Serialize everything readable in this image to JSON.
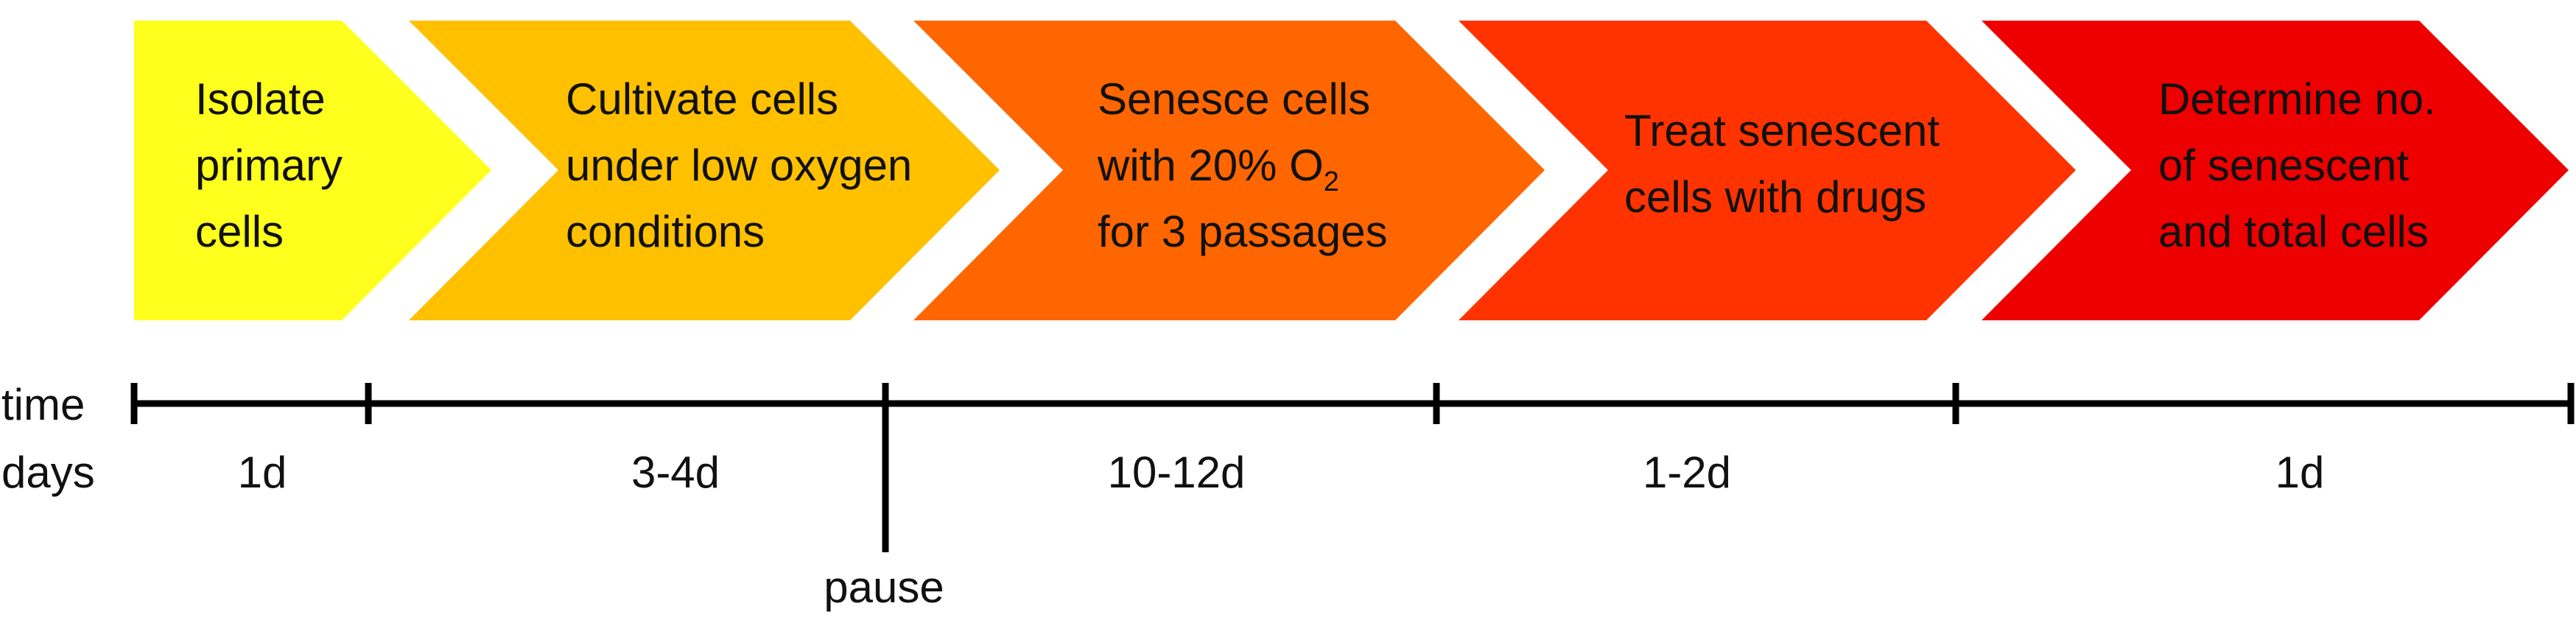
{
  "steps": [
    {
      "lines": [
        "Isolate",
        "primary",
        "cells"
      ],
      "color": "#FFFF1E"
    },
    {
      "lines": [
        "Cultivate cells",
        "under low oxygen",
        "conditions"
      ],
      "color": "#FFC000"
    },
    {
      "lines": [
        "Senesce cells",
        "with 20% O",
        "for 3 passages"
      ],
      "sub": "2",
      "color": "#FF6600"
    },
    {
      "lines": [
        "Treat senescent",
        "cells with drugs"
      ],
      "color": "#FF3300"
    },
    {
      "lines": [
        "Determine no.",
        "of senescent",
        "and total cells"
      ],
      "color": "#EE0000"
    }
  ],
  "timeline": {
    "row1_label": "time",
    "row2_label": "days",
    "durations": [
      "1d",
      "3-4d",
      "10-12d",
      "1-2d",
      "1d"
    ],
    "pause_label": "pause"
  }
}
